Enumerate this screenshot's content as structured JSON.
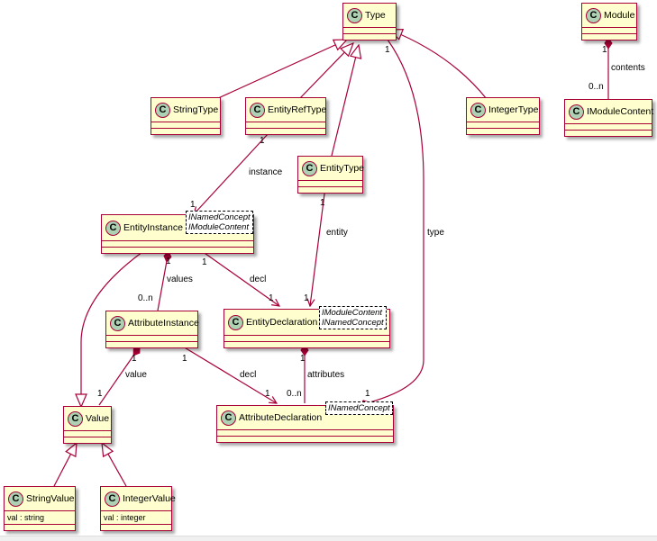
{
  "diagram": {
    "type": "uml-class-diagram",
    "colors": {
      "border": "#a80036",
      "fill": "#fefece",
      "circle": "#add1b2"
    },
    "classes": {
      "type": {
        "name": "Type",
        "stereotype_letter": "C"
      },
      "module": {
        "name": "Module",
        "stereotype_letter": "C"
      },
      "imodulecontent": {
        "name": "IModuleContent",
        "stereotype_letter": "C"
      },
      "stringtype": {
        "name": "StringType",
        "stereotype_letter": "C"
      },
      "entityreftype": {
        "name": "EntityRefType",
        "stereotype_letter": "C"
      },
      "integertype": {
        "name": "IntegerType",
        "stereotype_letter": "C"
      },
      "entitytype": {
        "name": "EntityType",
        "stereotype_letter": "C"
      },
      "entityinstance": {
        "name": "EntityInstance",
        "stereotype_letter": "C",
        "interfaces": [
          "INamedConcept",
          "IModuleContent"
        ]
      },
      "attributeinstance": {
        "name": "AttributeInstance",
        "stereotype_letter": "C"
      },
      "entitydeclaration": {
        "name": "EntityDeclaration",
        "stereotype_letter": "C",
        "interfaces": [
          "IModuleContent",
          "INamedConcept"
        ]
      },
      "attributedeclaration": {
        "name": "AttributeDeclaration",
        "stereotype_letter": "C",
        "interfaces": [
          "INamedConcept"
        ]
      },
      "value": {
        "name": "Value",
        "stereotype_letter": "C"
      },
      "stringvalue": {
        "name": "StringValue",
        "stereotype_letter": "C",
        "fields": [
          "val : string"
        ]
      },
      "integervalue": {
        "name": "IntegerValue",
        "stereotype_letter": "C",
        "fields": [
          "val : integer"
        ]
      }
    },
    "labels": {
      "type_mult": "1",
      "module_mult": "1",
      "contents": "contents",
      "contents_mult": "0..n",
      "ert_mult": "1",
      "instance": "instance",
      "ei_instance_mult": "1",
      "et_mult": "1",
      "entity": "entity",
      "type": "type",
      "ei_values_mult": "1",
      "values": "values",
      "ai_values_mult": "0..n",
      "ei_decl_mult": "1",
      "decl1": "decl",
      "ed_decl_mult": "1",
      "ed_entity_mult": "1",
      "ai_value_mult": "1",
      "value": "value",
      "v_value_mult": "1",
      "ai_decl_mult": "1",
      "decl2": "decl",
      "ad_decl_mult": "1",
      "ed_attr_mult": "1",
      "attributes": "attributes",
      "ad_attr_mult": "0..n",
      "ad_type_mult": "1"
    }
  }
}
